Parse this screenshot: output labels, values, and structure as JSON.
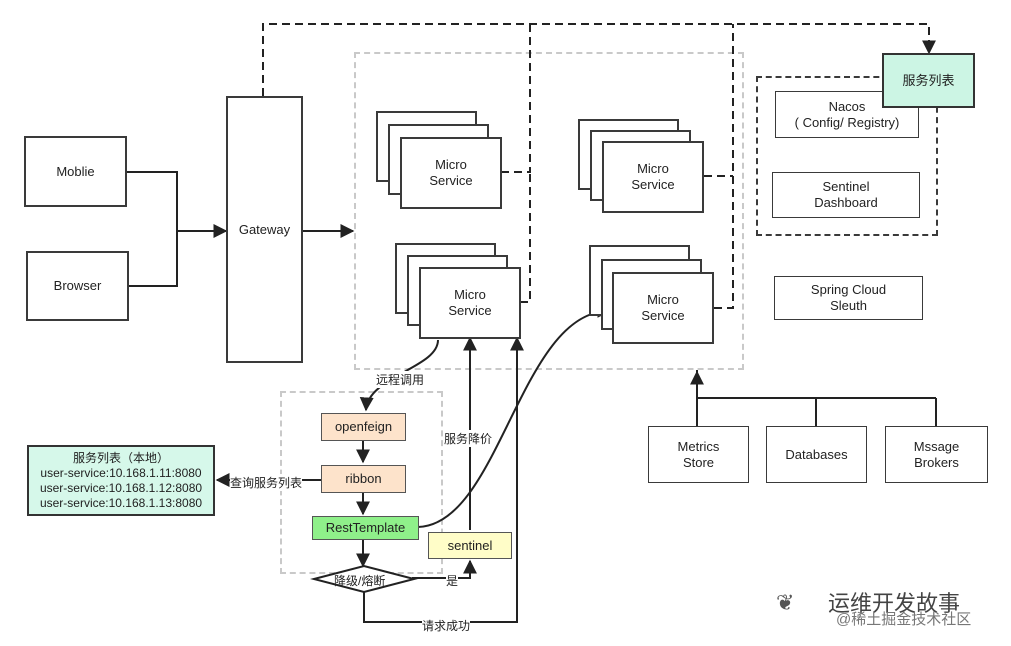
{
  "clients": {
    "mobile": "Moblie",
    "browser": "Browser"
  },
  "gateway": "Gateway",
  "micro_service": "Micro\nService",
  "service_list_top": "服务列表",
  "nacos": "Nacos\n( Config/ Registry)",
  "sentinel_dashboard": "Sentinel\nDashboard",
  "sleuth": "Spring Cloud\nSleuth",
  "metrics": "Metrics\nStore",
  "databases": "Databases",
  "brokers": "Mssage\nBrokers",
  "openfeign": "openfeign",
  "ribbon": "ribbon",
  "rest_template": "RestTemplate",
  "sentinel": "sentinel",
  "decision": "降级/熔断",
  "labels": {
    "remote_call": "远程调用",
    "degrade": "服务降价",
    "query_list": "查询服务列表",
    "yes": "是",
    "success": "请求成功"
  },
  "local_list": {
    "title": "服务列表（本地）",
    "items": [
      "user-service:10.168.1.11:8080",
      "user-service:10.168.1.12:8080",
      "user-service:10.168.1.13:8080"
    ]
  },
  "watermark": {
    "line1": "运维开发故事",
    "line2": "@稀土掘金技术社区"
  }
}
